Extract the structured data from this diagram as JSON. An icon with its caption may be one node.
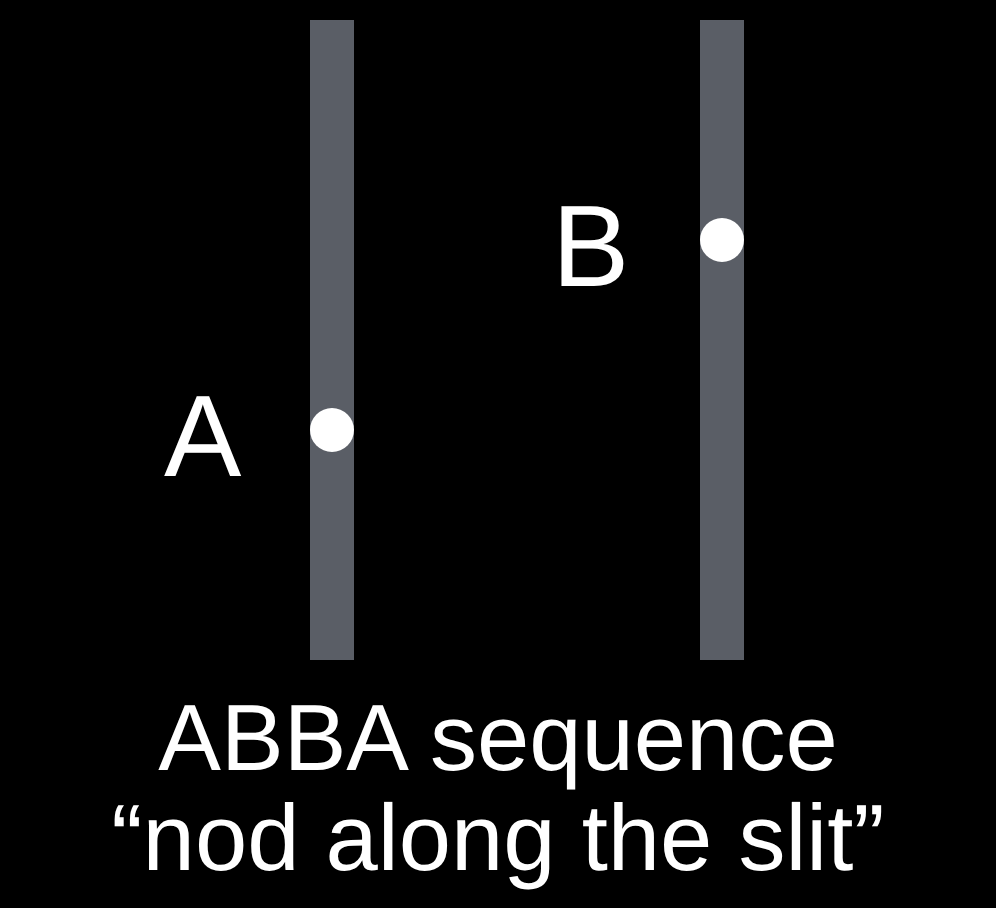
{
  "diagram": {
    "caption": "ABBA sequence “nod along the slit”",
    "labels": [
      "A",
      "B"
    ]
  }
}
